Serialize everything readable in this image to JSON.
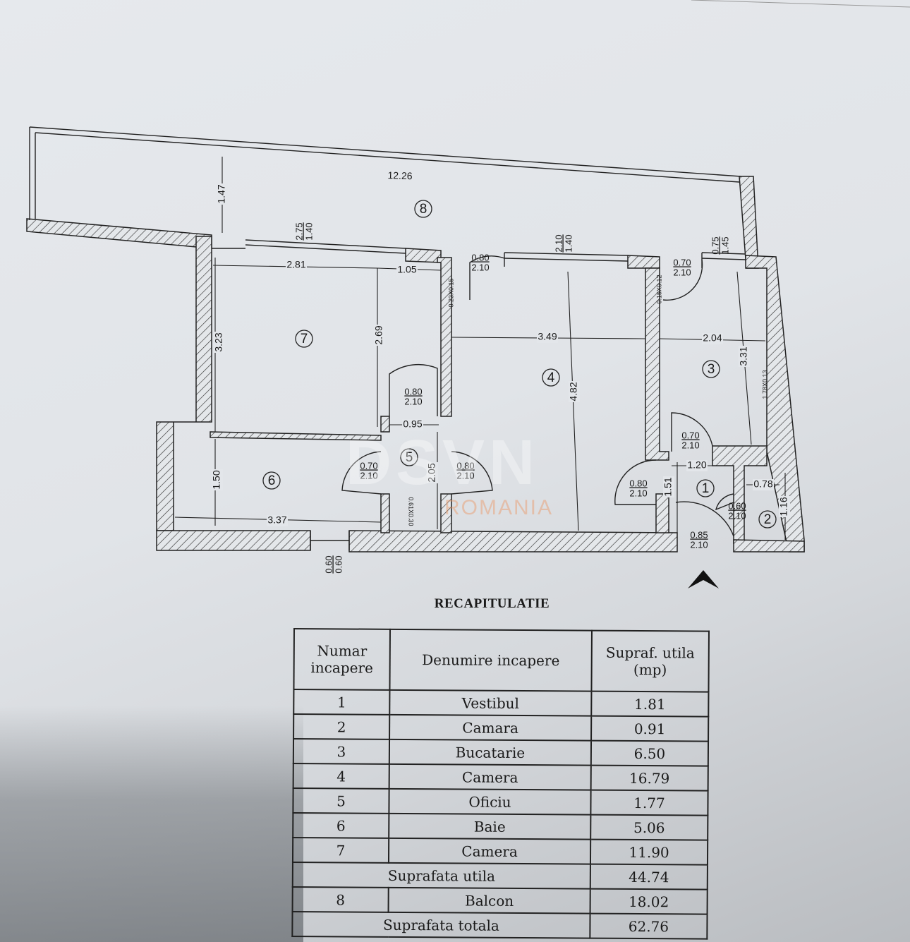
{
  "plan": {
    "rooms": [
      "1",
      "2",
      "3",
      "4",
      "5",
      "6",
      "7",
      "8"
    ],
    "dimensions": [
      "12.26",
      "1.47",
      "2.81",
      "1.05",
      "3.23",
      "2.69",
      "3.49",
      "4.82",
      "2.04",
      "3.31",
      "0.95",
      "1.50",
      "3.37",
      "2.05",
      "1.20",
      "1.51",
      "0.78",
      "1.16"
    ],
    "windows": [
      {
        "top": "2.75",
        "bottom": "1.40"
      },
      {
        "top": "2.10",
        "bottom": "1.40"
      },
      {
        "top": "0.75",
        "bottom": "1.45"
      },
      {
        "top": "0.60",
        "bottom": "0.60"
      }
    ],
    "doors": [
      {
        "top": "0.80",
        "bottom": "2.10"
      },
      {
        "top": "0.70",
        "bottom": "2.10"
      },
      {
        "top": "0.80",
        "bottom": "2.10"
      },
      {
        "top": "0.70",
        "bottom": "2.10"
      },
      {
        "top": "0.80",
        "bottom": "2.10"
      },
      {
        "top": "0.70",
        "bottom": "2.10"
      },
      {
        "top": "0.80",
        "bottom": "2.10"
      },
      {
        "top": "0.60",
        "bottom": "2.10"
      },
      {
        "top": "0.85",
        "bottom": "2.10"
      }
    ],
    "ducts": [
      "0.23X0.15",
      "0.15X0.12",
      "1.78X0.13",
      "0.61X0.30"
    ],
    "north_icon": "chevron-up-arrow"
  },
  "watermark": {
    "logo": "DSVN",
    "text": "ROMANIA"
  },
  "recap": {
    "title": "RECAPITULATIE",
    "headers": [
      "Numar incapere",
      "Denumire incapere",
      "Supraf. utila (mp)"
    ],
    "rows": [
      {
        "num": "1",
        "name": "Vestibul",
        "area": "1.81"
      },
      {
        "num": "2",
        "name": "Camara",
        "area": "0.91"
      },
      {
        "num": "3",
        "name": "Bucatarie",
        "area": "6.50"
      },
      {
        "num": "4",
        "name": "Camera",
        "area": "16.79"
      },
      {
        "num": "5",
        "name": "Oficiu",
        "area": "1.77"
      },
      {
        "num": "6",
        "name": "Baie",
        "area": "5.06"
      },
      {
        "num": "7",
        "name": "Camera",
        "area": "11.90"
      }
    ],
    "subtotal": {
      "label": "Suprafata utila",
      "area": "44.74"
    },
    "balcony": {
      "num": "8",
      "name": "Balcon",
      "area": "18.02"
    },
    "total": {
      "label": "Suprafata totala",
      "area": "62.76"
    }
  }
}
